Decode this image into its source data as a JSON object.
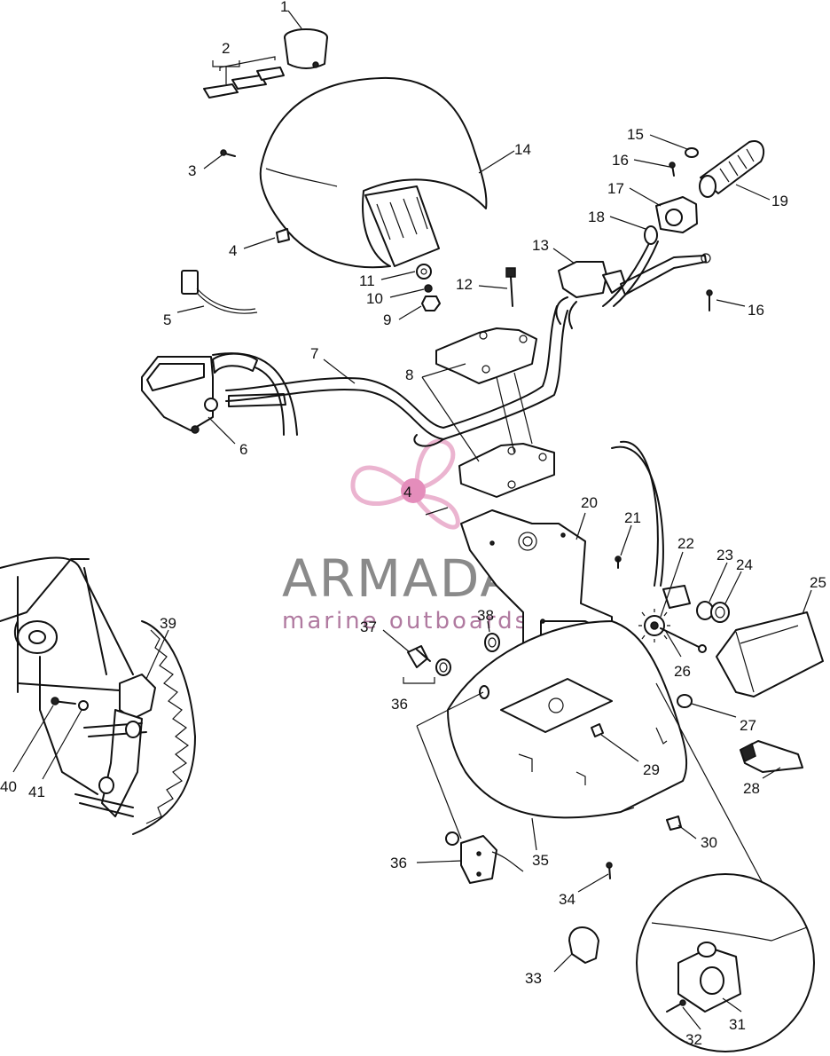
{
  "watermark": {
    "brand": "ARMADA",
    "tagline": "marine outboards",
    "brand_color": "#8a8a8a",
    "accent_color": "#e8a8c8"
  },
  "callouts": [
    {
      "id": "c1",
      "text": "1"
    },
    {
      "id": "c2",
      "text": "2"
    },
    {
      "id": "c3",
      "text": "3"
    },
    {
      "id": "c4a",
      "text": "4"
    },
    {
      "id": "c4b",
      "text": "4"
    },
    {
      "id": "c5",
      "text": "5"
    },
    {
      "id": "c6",
      "text": "6"
    },
    {
      "id": "c7",
      "text": "7"
    },
    {
      "id": "c8",
      "text": "8"
    },
    {
      "id": "c9",
      "text": "9"
    },
    {
      "id": "c10",
      "text": "10"
    },
    {
      "id": "c11",
      "text": "11"
    },
    {
      "id": "c12",
      "text": "12"
    },
    {
      "id": "c13",
      "text": "13"
    },
    {
      "id": "c14",
      "text": "14"
    },
    {
      "id": "c15",
      "text": "15"
    },
    {
      "id": "c16a",
      "text": "16"
    },
    {
      "id": "c16b",
      "text": "16"
    },
    {
      "id": "c17",
      "text": "17"
    },
    {
      "id": "c18",
      "text": "18"
    },
    {
      "id": "c19",
      "text": "19"
    },
    {
      "id": "c20",
      "text": "20"
    },
    {
      "id": "c21",
      "text": "21"
    },
    {
      "id": "c22",
      "text": "22"
    },
    {
      "id": "c23",
      "text": "23"
    },
    {
      "id": "c24",
      "text": "24"
    },
    {
      "id": "c25",
      "text": "25"
    },
    {
      "id": "c26",
      "text": "26"
    },
    {
      "id": "c27",
      "text": "27"
    },
    {
      "id": "c28",
      "text": "28"
    },
    {
      "id": "c29",
      "text": "29"
    },
    {
      "id": "c30",
      "text": "30"
    },
    {
      "id": "c31",
      "text": "31"
    },
    {
      "id": "c32",
      "text": "32"
    },
    {
      "id": "c33",
      "text": "33"
    },
    {
      "id": "c34",
      "text": "34"
    },
    {
      "id": "c35",
      "text": "35"
    },
    {
      "id": "c36a",
      "text": "36"
    },
    {
      "id": "c36b",
      "text": "36"
    },
    {
      "id": "c37",
      "text": "37"
    },
    {
      "id": "c38",
      "text": "38"
    },
    {
      "id": "c39",
      "text": "39"
    },
    {
      "id": "c40",
      "text": "40"
    },
    {
      "id": "c41",
      "text": "41"
    }
  ]
}
